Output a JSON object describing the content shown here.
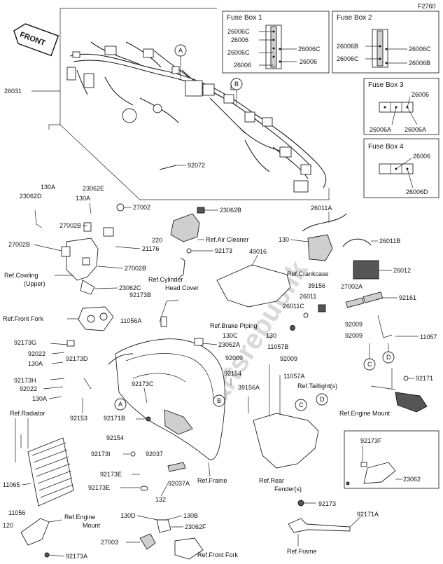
{
  "figure_code": "F2760",
  "front_arrow": "FRONT",
  "watermark": "Partsrepublik",
  "fuse_box_1": {
    "title": "Fuse Box 1",
    "labels": [
      "26006C",
      "26006",
      "26006C",
      "26006",
      "26006C",
      "26006"
    ]
  },
  "fuse_box_2": {
    "title": "Fuse Box 2",
    "labels": [
      "26006B",
      "26006C",
      "26006C",
      "26006B"
    ]
  },
  "fuse_box_3": {
    "title": "Fuse Box 3",
    "labels": [
      "26006",
      "26006A",
      "26006A"
    ]
  },
  "fuse_box_4": {
    "title": "Fuse Box 4",
    "labels": [
      "26006",
      "26006D"
    ]
  },
  "callouts": [
    "A",
    "B",
    "C",
    "D",
    "A",
    "B",
    "C",
    "D"
  ],
  "part_labels": {
    "p26031": "26031",
    "p92072": "92072",
    "p130a_1": "130A",
    "p23062d": "23062D",
    "p23062e": "23062E",
    "p130a_2": "130A",
    "p27002": "27002",
    "p27002b_1": "27002B",
    "p27002b_2": "27002B",
    "p220": "220",
    "p21176": "21176",
    "p27002b_3": "27002B",
    "p23062c": "23062C",
    "p23062b": "23062B",
    "p92173": "92173",
    "p49016": "49016",
    "p26011a": "26011A",
    "p130": "130",
    "p26011b": "26011B",
    "p26012": "26012",
    "p39156": "39156",
    "p26011": "26011",
    "p26011c": "26011C",
    "p27002a": "27002A",
    "p92161": "92161",
    "p92009_1": "92009",
    "p92009_2": "92009",
    "p11057": "11057",
    "p92173b": "92173B",
    "p11056a": "11056A",
    "p130c": "130C",
    "p23062a": "23062A",
    "p130_2": "130",
    "p11057b": "11057B",
    "p92009_3": "92009",
    "p92009_4": "92009",
    "p11057a": "11057A",
    "p92171": "92171",
    "p92173g": "92173G",
    "p92022_1": "92022",
    "p130a_3": "130A",
    "p92173d": "92173D",
    "p92173h": "92173H",
    "p92022_2": "92022",
    "p130a_4": "130A",
    "p92154_1": "92154",
    "p92173c": "92173C",
    "p39156a": "39156A",
    "p92153": "92153",
    "p92171b": "92171B",
    "p92154_2": "92154",
    "p92173i": "92173I",
    "p92037": "92037",
    "p92173e_1": "92173E",
    "p92173e_2": "92173E",
    "p92037a": "92037A",
    "p132": "132",
    "p92173f": "92173F",
    "p23062": "23062",
    "p11065": "11065",
    "p11056": "11056",
    "p120": "120",
    "p92173a": "92173A",
    "p130d": "130D",
    "p130b": "130B",
    "p23062f": "23062F",
    "p27003": "27003",
    "p92173_2": "92173",
    "p92171a": "92171A"
  },
  "references": {
    "air_cleaner": "Ref.Air Cleaner",
    "cowling_1": "Ref.Cowling",
    "cowling_2": "(Upper)",
    "cylinder_1": "Ref.Cylinder",
    "cylinder_2": "Head Cover",
    "crankcase": "Ref.Crankcase",
    "front_fork_1": "Ref.Front Fork",
    "brake_piping": "Ref.Brake Piping",
    "taillight": "Ref.Taillight(s)",
    "engine_mount_1": "Ref.Engine Mount",
    "radiator": "Ref.Radiator",
    "frame_1": "Ref.Frame",
    "rear_fender_1": "Ref.Rear",
    "rear_fender_2": "Fender(s)",
    "engine_mount_2a": "Ref.Engine",
    "engine_mount_2b": "Mount",
    "front_fork_2": "Ref.Front Fork",
    "frame_2": "Ref.Frame"
  }
}
